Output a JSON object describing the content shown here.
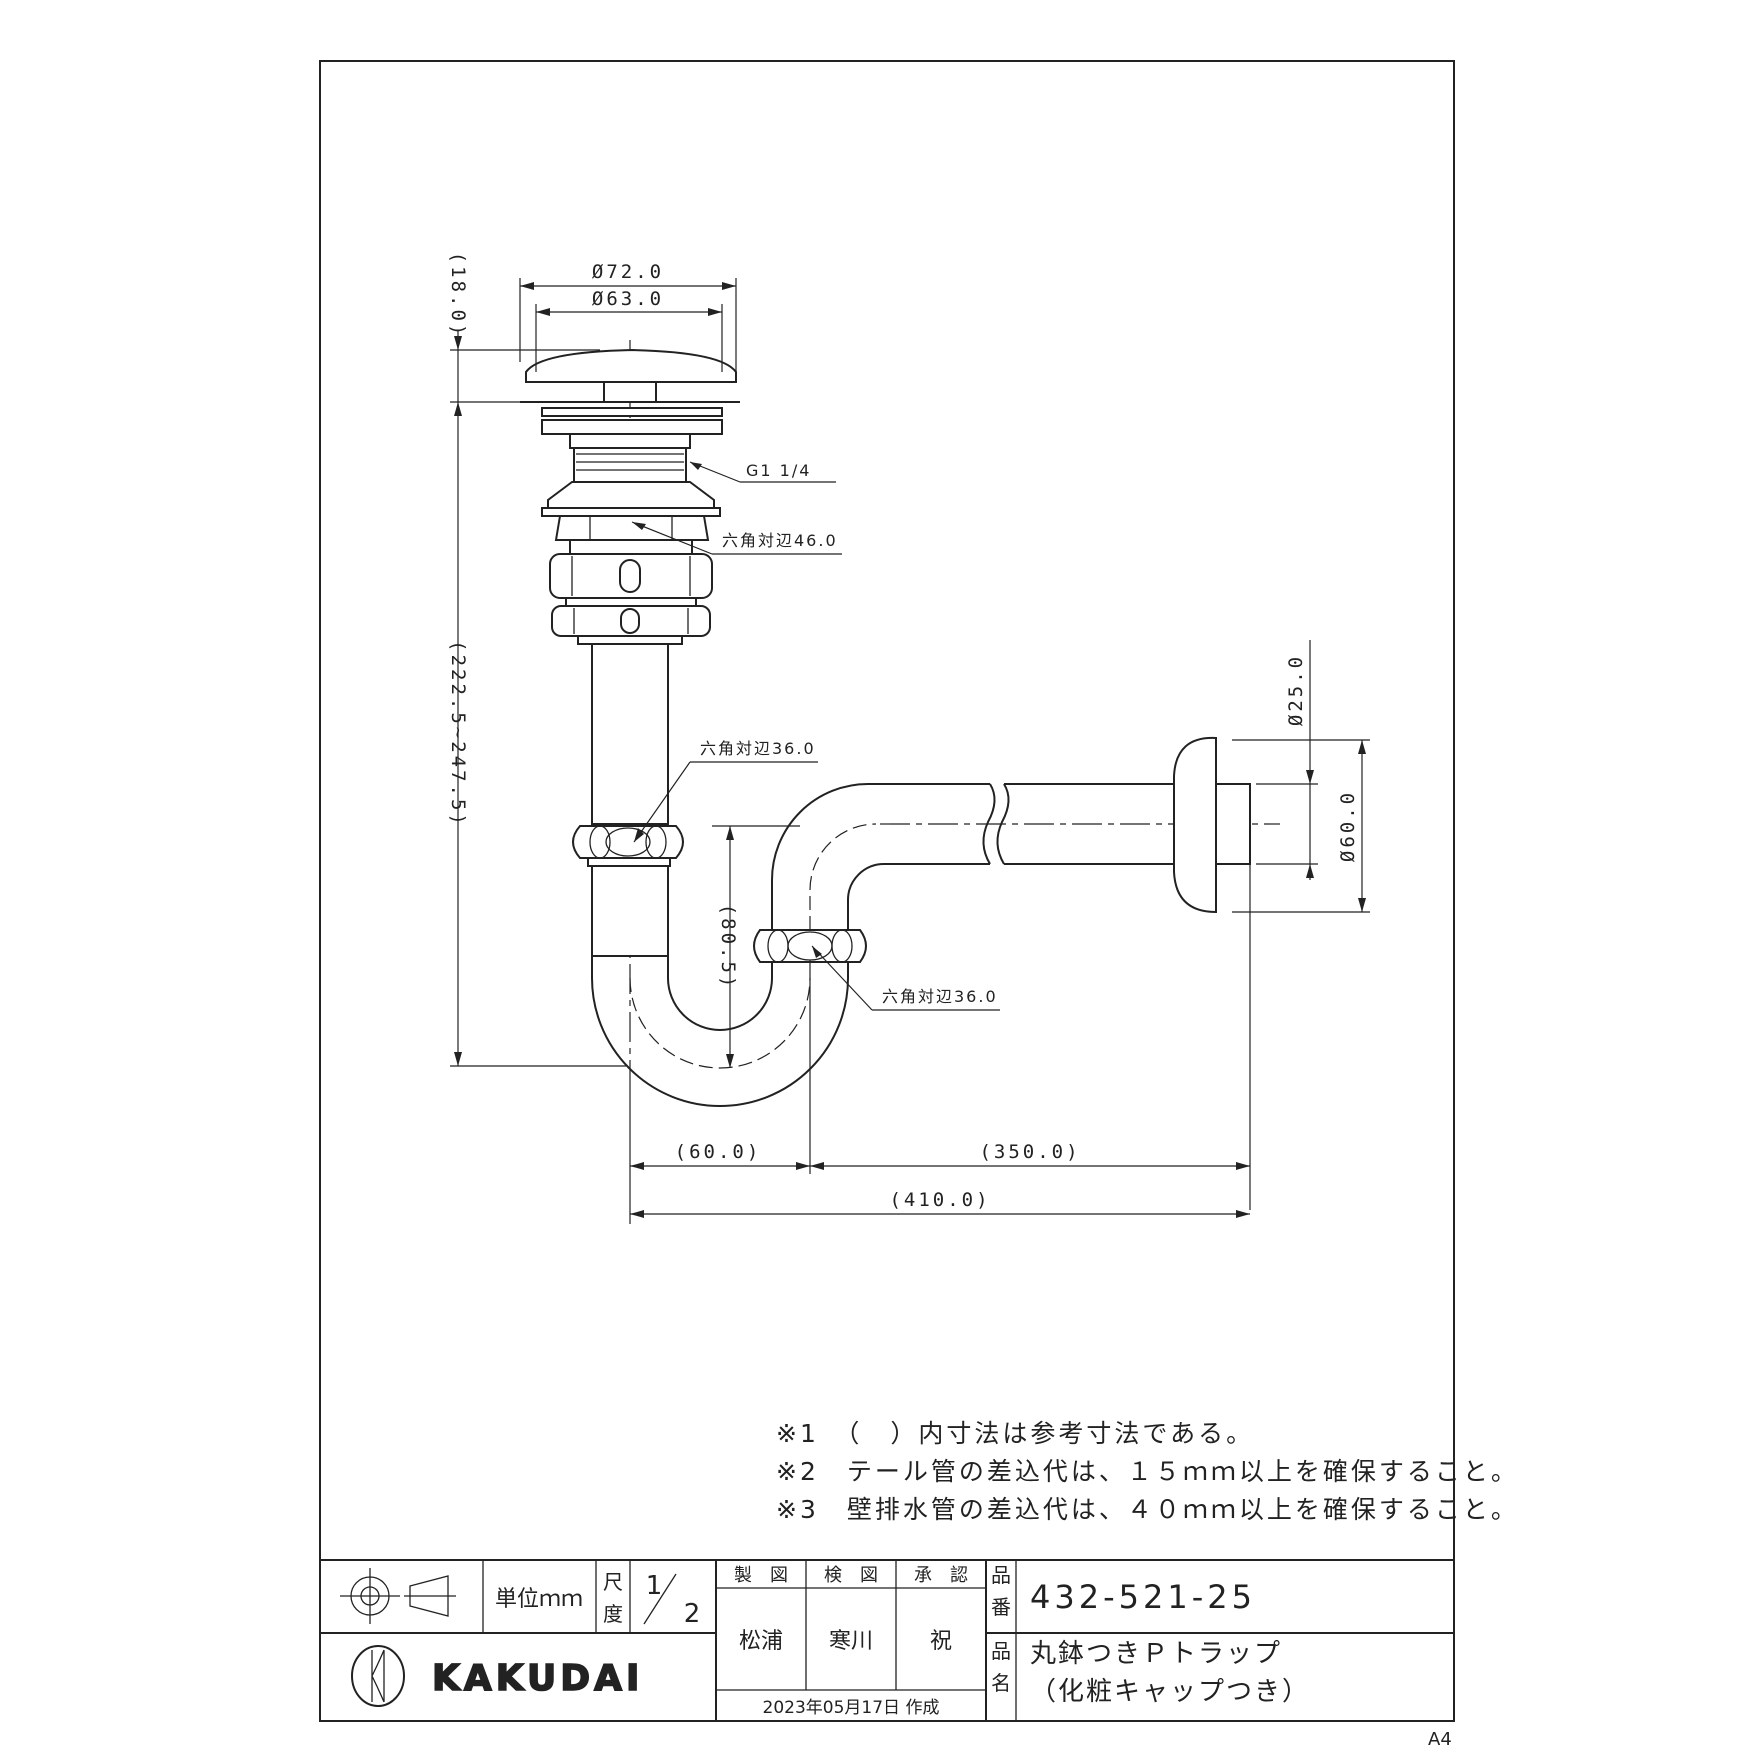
{
  "dimensions": {
    "cap_height": "(18.0)",
    "cap_outer_dia": "Ø72.0",
    "cap_inner_dia": "Ø63.0",
    "thread": "G1 1/4",
    "hex_top": "六角対辺46.0",
    "tail_length": "(222.5~247.5)",
    "hex_upper_nut": "六角対辺36.0",
    "seal_depth": "(80.5)",
    "hex_lower_nut": "六角対辺36.0",
    "wall_pipe_dia": "Ø25.0",
    "wall_flange_dia": "Ø60.0",
    "offset": "(60.0)",
    "wall_pipe_length": "(350.0)",
    "total_length": "(410.0)"
  },
  "notes": [
    "※1　（　）内寸法は参考寸法である。",
    "※2　テール管の差込代は、１５ｍｍ以上を確保すること。",
    "※3　壁排水管の差込代は、４０ｍｍ以上を確保すること。"
  ],
  "title_block": {
    "unit": "単位ｍｍ",
    "scale_label_1": "尺",
    "scale_label_2": "度",
    "scale_num": "1",
    "scale_den": "2",
    "col_drawn": "製　図",
    "col_checked": "検　図",
    "col_approved": "承　認",
    "drawn_by": "松浦",
    "checked_by": "寒川",
    "approved_by": "祝",
    "part_no_label_1": "品",
    "part_no_label_2": "番",
    "part_number": "432-521-25",
    "part_name_label_1": "品",
    "part_name_label_2": "名",
    "part_name_1": "丸鉢つきＰトラップ",
    "part_name_2": "（化粧キャップつき）",
    "date": "2023年05月17日 作成",
    "logo": "KAKUDAI"
  },
  "paper_size": "A4"
}
